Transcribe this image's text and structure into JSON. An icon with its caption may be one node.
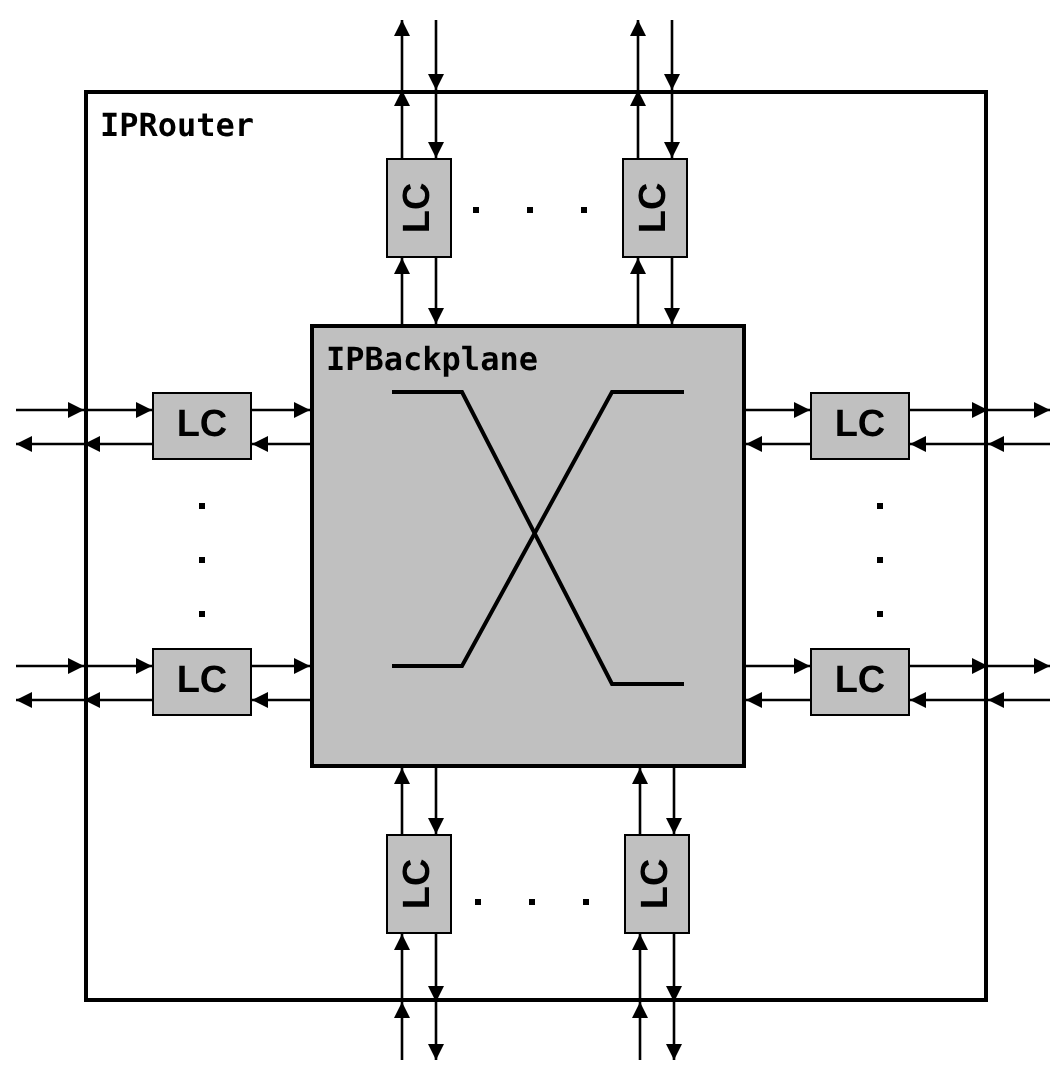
{
  "diagram": {
    "nodes": [
      {
        "text": [
          "IPRouter"
        ]
      },
      {
        "text": [
          "IPBackplane"
        ],
        "in": 0
      },
      {
        "text": [
          "LC"
        ],
        "in": 0
      },
      {
        "text": [
          "LC"
        ],
        "in": 0
      },
      {
        "text": [
          "LC"
        ],
        "in": 0
      },
      {
        "text": [
          "LC"
        ],
        "in": 0
      },
      {
        "text": [
          "LC"
        ],
        "in": 0
      },
      {
        "text": [
          "LC"
        ],
        "in": 0
      },
      {
        "text": [
          "LC"
        ],
        "in": 0
      },
      {
        "text": [
          "LC"
        ],
        "in": 0
      }
    ],
    "edges": [
      {
        "from": 2,
        "to": null,
        "arrow": "to"
      },
      {
        "from": null,
        "to": 2,
        "arrow": "to"
      },
      {
        "from": 1,
        "to": 2,
        "arrow": "to"
      },
      {
        "from": 2,
        "to": 1,
        "arrow": "to"
      },
      {
        "from": 3,
        "to": null,
        "arrow": "to"
      },
      {
        "from": null,
        "to": 3,
        "arrow": "to"
      },
      {
        "from": 1,
        "to": 3,
        "arrow": "to"
      },
      {
        "from": 3,
        "to": 1,
        "arrow": "to"
      },
      {
        "from": null,
        "to": 4,
        "arrow": "to"
      },
      {
        "from": 4,
        "to": null,
        "arrow": "to"
      },
      {
        "from": 4,
        "to": 1,
        "arrow": "to"
      },
      {
        "from": 1,
        "to": 4,
        "arrow": "to"
      },
      {
        "from": null,
        "to": 5,
        "arrow": "to"
      },
      {
        "from": 5,
        "to": null,
        "arrow": "to"
      },
      {
        "from": 5,
        "to": 1,
        "arrow": "to"
      },
      {
        "from": 1,
        "to": 5,
        "arrow": "to"
      },
      {
        "from": 1,
        "to": 6,
        "arrow": "to"
      },
      {
        "from": 6,
        "to": 1,
        "arrow": "to"
      },
      {
        "from": 6,
        "to": null,
        "arrow": "to"
      },
      {
        "from": null,
        "to": 6,
        "arrow": "to"
      },
      {
        "from": 1,
        "to": 7,
        "arrow": "to"
      },
      {
        "from": 7,
        "to": 1,
        "arrow": "to"
      },
      {
        "from": 7,
        "to": null,
        "arrow": "to"
      },
      {
        "from": null,
        "to": 7,
        "arrow": "to"
      },
      {
        "from": 8,
        "to": 1,
        "arrow": "to"
      },
      {
        "from": 1,
        "to": 8,
        "arrow": "to"
      },
      {
        "from": null,
        "to": 8,
        "arrow": "to"
      },
      {
        "from": 8,
        "to": null,
        "arrow": "to"
      },
      {
        "from": 9,
        "to": 1,
        "arrow": "to"
      },
      {
        "from": 1,
        "to": 9,
        "arrow": "to"
      },
      {
        "from": null,
        "to": 9,
        "arrow": "to"
      },
      {
        "from": 9,
        "to": null,
        "arrow": "to"
      }
    ]
  }
}
